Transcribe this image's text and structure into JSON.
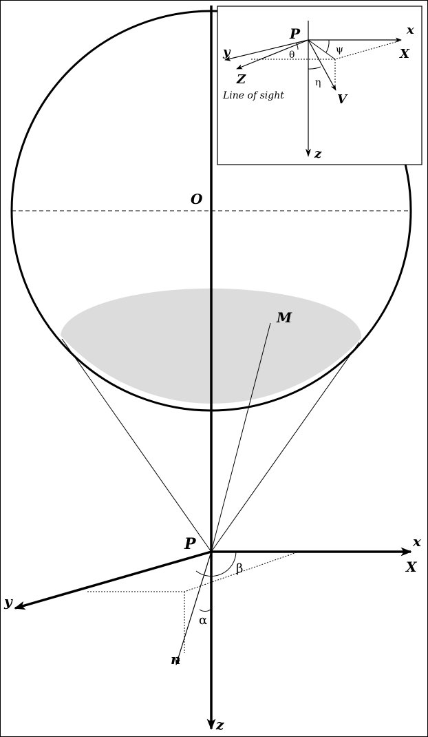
{
  "main_figure": {
    "labels": {
      "center": "O",
      "point_m": "M",
      "origin_p": "P",
      "axis_x_lower": "x",
      "axis_x_upper": "X",
      "axis_y": "y",
      "axis_z": "z",
      "normal": "n",
      "angle_alpha": "α",
      "angle_beta": "β"
    }
  },
  "inset": {
    "labels": {
      "origin_p": "P",
      "axis_x_lower": "x",
      "axis_x_upper": "X",
      "axis_y": "y",
      "axis_z_upper": "Z",
      "axis_z": "z",
      "velocity": "V",
      "angle_theta": "θ",
      "angle_psi": "ψ",
      "angle_eta": "η",
      "line_of_sight": "Line of sight"
    }
  }
}
